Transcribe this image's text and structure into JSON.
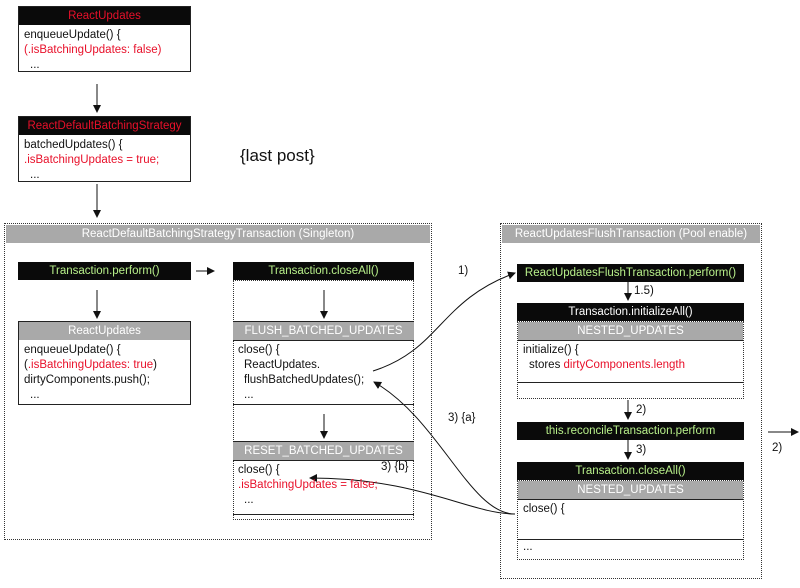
{
  "top_react_updates": {
    "title": "ReactUpdates",
    "line1": "enqueueUpdate() {",
    "line2_red": " (.isBatchingUpdates: false)",
    "line3": "..."
  },
  "default_batching_strategy": {
    "title": "ReactDefaultBatchingStrategy",
    "line1": "batchedUpdates() {",
    "line2_red": " .isBatchingUpdates = true;",
    "line3": "..."
  },
  "last_post_note": "{last post}",
  "left_transaction": {
    "title": "ReactDefaultBatchingStrategyTransaction (Singleton)",
    "perform": "Transaction.perform()",
    "close_all": "Transaction.closeAll()",
    "inner_updates": {
      "title": "ReactUpdates",
      "line1": "enqueueUpdate() {",
      "line2_prefix": " (",
      "line2_red": ".isBatchingUpdates: true",
      "line2_suffix": ")",
      "line3": " dirtyComponents.push();",
      "line4": "..."
    },
    "flush_batched": {
      "title": "FLUSH_BATCHED_UPDATES",
      "line1": "close() {",
      "line2": "ReactUpdates.",
      "line3": "flushBatchedUpdates();",
      "line4": "..."
    },
    "reset_batched": {
      "title": "RESET_BATCHED_UPDATES",
      "line1": "close() {",
      "line2_red": " .isBatchingUpdates = false;",
      "line3": "..."
    }
  },
  "right_transaction": {
    "title": "ReactUpdatesFlushTransaction (Pool enable)",
    "perform": "ReactUpdatesFlushTransaction.perform()",
    "initialize_all": "Transaction.initializeAll()",
    "nested_1": {
      "title": "NESTED_UPDATES",
      "line1": "initialize() {",
      "line2_prefix": "stores ",
      "line2_red": "dirtyComponents.length"
    },
    "reconcile": "this.reconcileTransaction.perform",
    "close_all": "Transaction.closeAll()",
    "nested_2": {
      "title": "NESTED_UPDATES",
      "line1": "close() {",
      "line2": "..."
    }
  },
  "labels": {
    "step_1": "1)",
    "step_1_5": "1.5)",
    "step_2_inner": "2)",
    "step_3_inner": "3)",
    "step_3a": "3) {a}",
    "step_3b": "3) {b}",
    "step_2_outer": "2)"
  }
}
